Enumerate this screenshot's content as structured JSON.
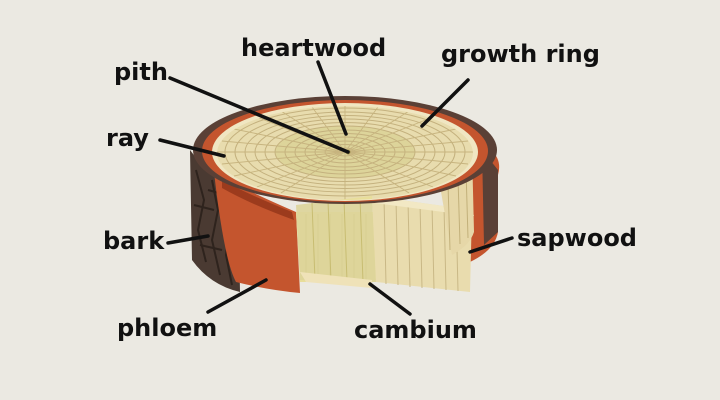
{
  "colors": {
    "background": "#ebe9e2",
    "bark": "#4a3a32",
    "phloem": "#c4552e",
    "cambium": "#efe2b8",
    "sapwood": "#e9dcae",
    "heartwood": "#ddd49a",
    "leader": "#111111"
  },
  "labels": {
    "heartwood": "heartwood",
    "pith": "pith",
    "growth_ring": "growth ring",
    "ray": "ray",
    "bark": "bark",
    "sapwood": "sapwood",
    "phloem": "phloem",
    "cambium": "cambium"
  }
}
